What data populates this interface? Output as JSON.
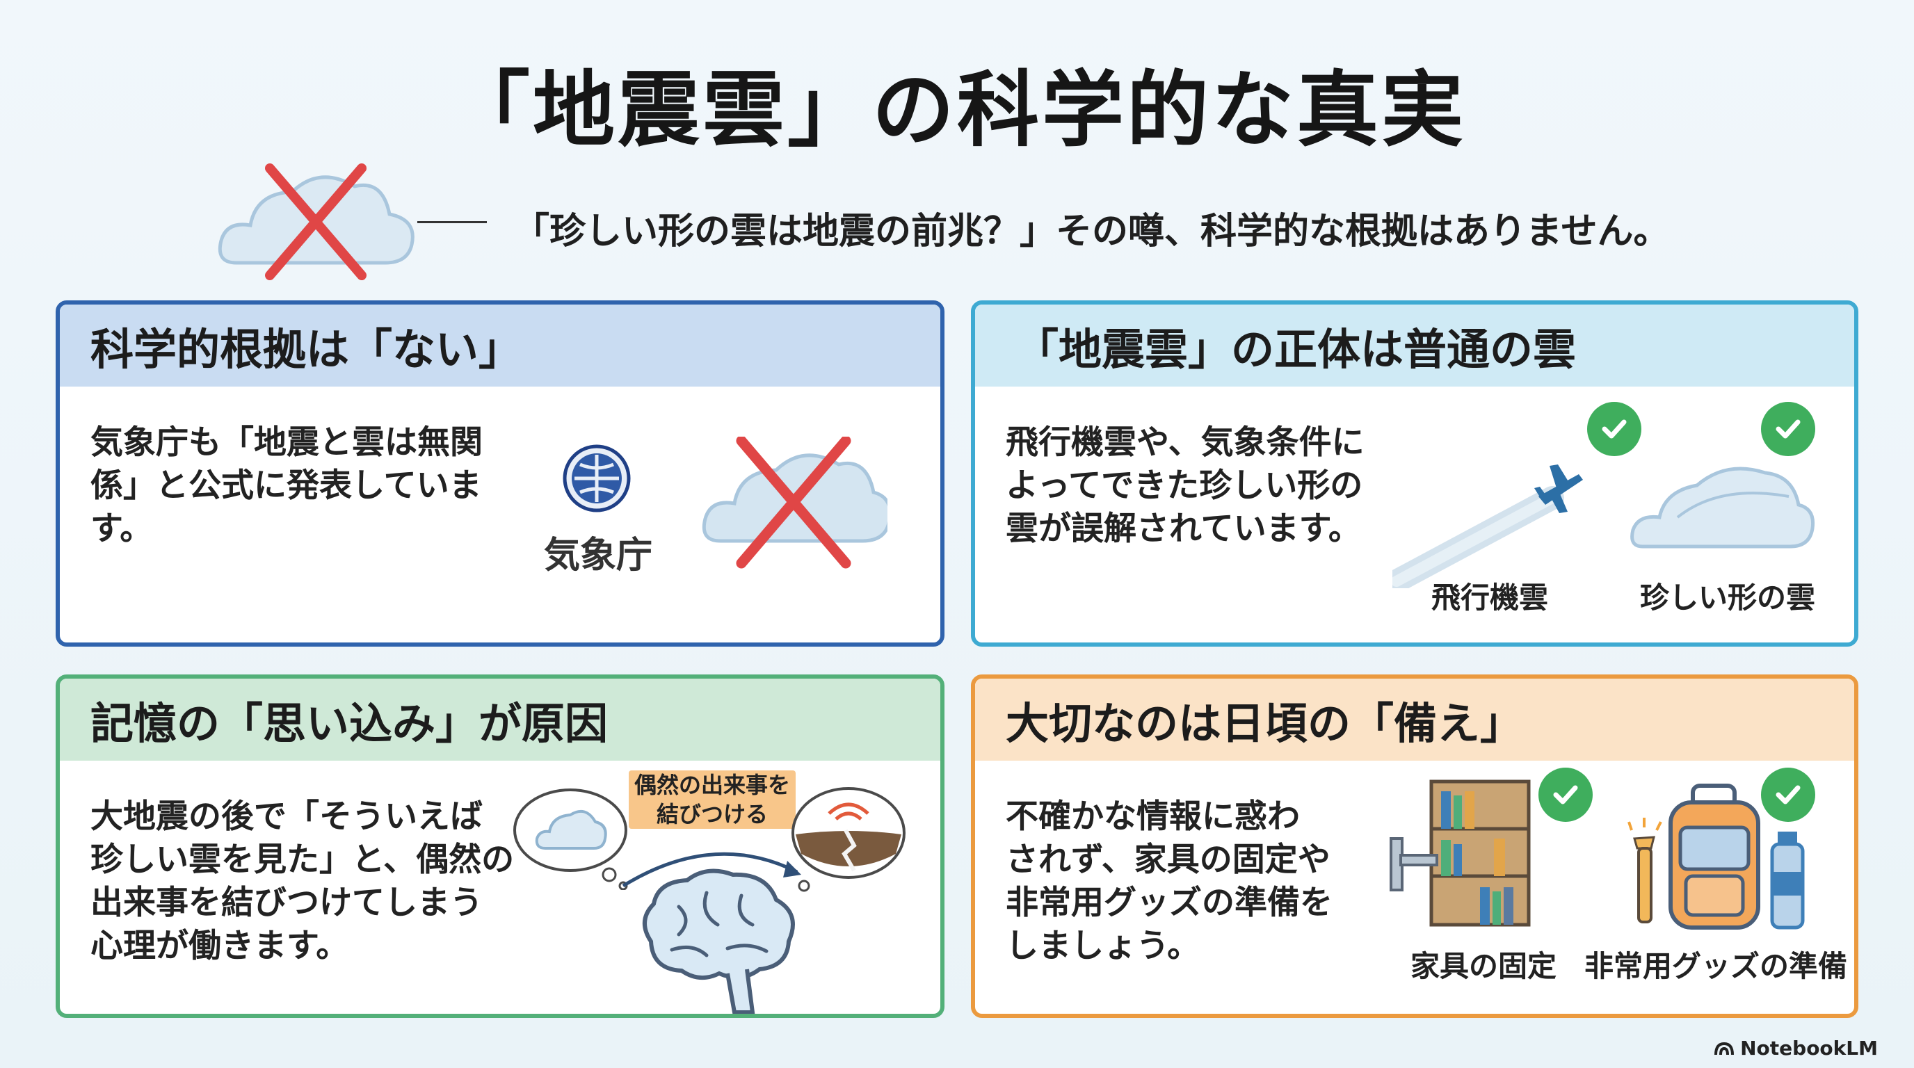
{
  "title": "「地震雲」の科学的な真実",
  "intro": {
    "text": "「珍しい形の雲は地震の前兆？」その噂、科学的な根拠はありません。",
    "icon": "cloud-crossed-icon"
  },
  "cards": [
    {
      "heading": "科学的根拠は「ない」",
      "lines": [
        "気象庁も「地震と雲は無関",
        "係」と公式に発表していま",
        "す。"
      ],
      "logo_text": "気象庁",
      "accent": "#2f63ad"
    },
    {
      "heading": "「地震雲」の正体は普通の雲",
      "lines": [
        "飛行機雲や、気象条件に",
        "よってできた珍しい形の",
        "雲が誤解されています。"
      ],
      "captions": [
        "飛行機雲",
        "珍しい形の雲"
      ],
      "accent": "#3eaad2"
    },
    {
      "heading": "記憶の「思い込み」が原因",
      "lines": [
        "大地震の後で「そういえば",
        "珍しい雲を見た」と、偶然の",
        "出来事を結びつけてしまう",
        "心理が働きます。"
      ],
      "bubble_label": [
        "偶然の出来事を",
        "結びつける"
      ],
      "accent": "#53b079"
    },
    {
      "heading": "大切なのは日頃の「備え」",
      "lines": [
        "不確かな情報に惑わ",
        "されず、家具の固定や",
        "非常用グッズの準備を",
        "しましょう。"
      ],
      "captions": [
        "家具の固定",
        "非常用グッズの準備"
      ],
      "accent": "#eb9a3f"
    }
  ],
  "watermark": "NotebookLM"
}
